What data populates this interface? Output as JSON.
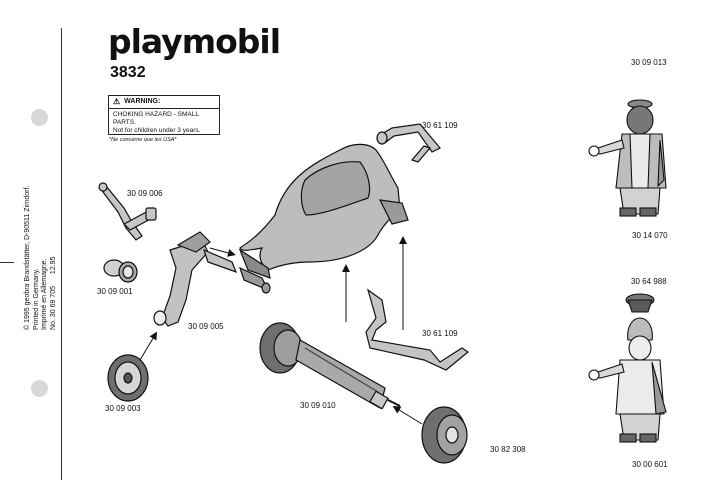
{
  "brand": "playmobil",
  "model_number": "3832",
  "warning": {
    "title": "WARNING:",
    "line1": "CHOKING HAZARD - SMALL PARTS.",
    "line2": "Not for children under 3 years."
  },
  "usa_note": "*Ne concerne que les USA*",
  "imprint": {
    "copyright": "© 1995 geobra Brandstätter, D-90511 Zirndorf.",
    "printed_en": "Printed in Germany.",
    "printed_de": "Imprimé en Allemagne.",
    "doc_no": "No. 30 69 705",
    "date": "12.95"
  },
  "part_numbers": {
    "p_30_09_013": "30 09 013",
    "p_30_61_109_top": "30 61 109",
    "p_30_09_006": "30 09 006",
    "p_30_09_001": "30 09 001",
    "p_30_09_005": "30 09 005",
    "p_30_14_070": "30 14 070",
    "p_30_64_988": "30 64 988",
    "p_30_61_109_bottom": "30 61 109",
    "p_30_09_003": "30 09 003",
    "p_30_09_010": "30 09 010",
    "p_30_82_308": "30 82 308",
    "p_30_00_601": "30 00 601"
  },
  "colors": {
    "ink": "#111111",
    "part_gray": "#b9b9b9",
    "dark_gray": "#6f6f6f",
    "hole": "#d8d8d8"
  }
}
